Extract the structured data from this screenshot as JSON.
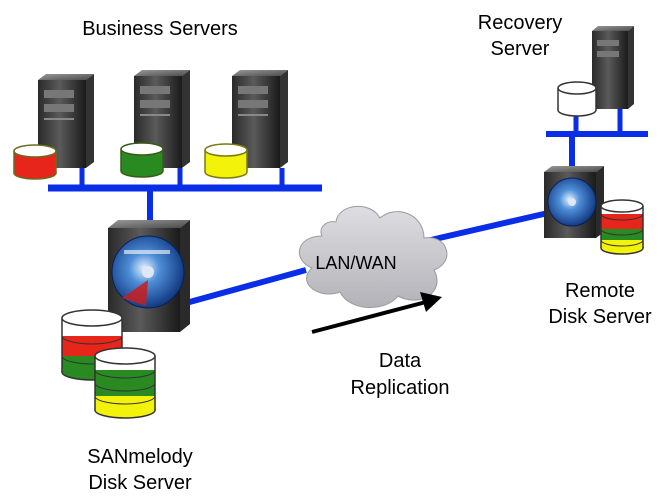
{
  "labels": {
    "business_servers": "Business Servers",
    "recovery_line1": "Recovery",
    "recovery_line2": "Server",
    "lan_wan": "LAN/WAN",
    "remote_line1": "Remote",
    "remote_line2": "Disk Server",
    "data_line1": "Data",
    "data_line2": "Replication",
    "san_line1": "SANmelody",
    "san_line2": "Disk Server"
  },
  "colors": {
    "network_line": "#0a2ee8",
    "disk_red": "#e8251b",
    "disk_green": "#2a8a22",
    "disk_yellow": "#f2f20a",
    "cloud": "#c8c8cc"
  },
  "icons": [
    "server-tower-icon",
    "disk-icon",
    "cloud-icon",
    "arrow-icon",
    "disk-server-icon"
  ]
}
